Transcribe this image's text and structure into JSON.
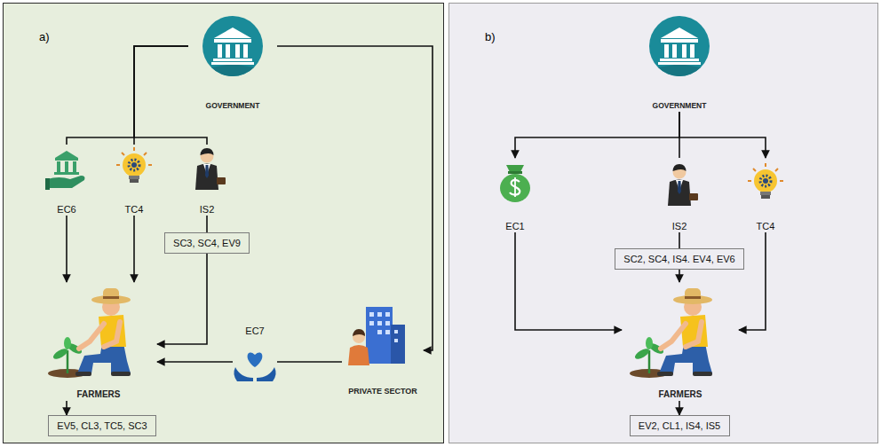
{
  "diagram": {
    "nodes": [
      {
        "text": [
          "a)"
        ]
      },
      {
        "text": [
          "GOVERNMENT"
        ],
        "in": 0
      },
      {
        "text": [
          "EC6"
        ],
        "in": 0
      },
      {
        "text": [
          "TC4"
        ],
        "in": 0
      },
      {
        "text": [
          "IS2"
        ],
        "in": 0
      },
      {
        "text": [
          "SC3, SC4, EV9"
        ],
        "in": 0
      },
      {
        "text": [
          "FARMERS"
        ],
        "in": 0
      },
      {
        "text": [
          "EV5, CL3, TC5, SC3"
        ],
        "in": 0
      },
      {
        "text": [
          "EC7"
        ],
        "in": 0
      },
      {
        "text": [
          "PRIVATE SECTOR"
        ],
        "in": 0
      },
      {
        "text": [
          "b)"
        ]
      },
      {
        "text": [
          "GOVERNMENT"
        ],
        "in": 10
      },
      {
        "text": [
          "EC1"
        ],
        "in": 10
      },
      {
        "text": [
          "IS2"
        ],
        "in": 10
      },
      {
        "text": [
          "TC4"
        ],
        "in": 10
      },
      {
        "text": [
          "SC2, SC4, IS4. EV4, EV6"
        ],
        "in": 10
      },
      {
        "text": [
          "FARMERS"
        ],
        "in": 10
      },
      {
        "text": [
          "EV2, CL1, IS4, IS5"
        ],
        "in": 10
      }
    ],
    "edges": [
      {
        "from": 1,
        "to": 2,
        "arrow": "none"
      },
      {
        "from": 1,
        "to": 3,
        "arrow": "none"
      },
      {
        "from": 1,
        "to": 4,
        "arrow": "none"
      },
      {
        "from": 1,
        "to": 9,
        "arrow": "to"
      },
      {
        "from": 2,
        "to": 6,
        "arrow": "to"
      },
      {
        "from": 3,
        "to": 6,
        "arrow": "to"
      },
      {
        "from": 4,
        "to": 5,
        "arrow": "none"
      },
      {
        "from": 5,
        "to": 6,
        "arrow": "to"
      },
      {
        "from": 9,
        "to": 8,
        "arrow": "none"
      },
      {
        "from": 8,
        "to": 6,
        "arrow": "to"
      },
      {
        "from": 6,
        "to": 7,
        "arrow": "to"
      },
      {
        "from": 11,
        "to": 12,
        "arrow": "to"
      },
      {
        "from": 11,
        "to": 14,
        "arrow": "to"
      },
      {
        "from": 11,
        "to": 13,
        "arrow": "none"
      },
      {
        "from": 12,
        "to": 16,
        "arrow": "to"
      },
      {
        "from": 13,
        "to": 15,
        "arrow": "none"
      },
      {
        "from": 15,
        "to": 16,
        "arrow": "to"
      },
      {
        "from": 14,
        "to": 16,
        "arrow": "to"
      },
      {
        "from": 16,
        "to": 17,
        "arrow": "to"
      }
    ]
  }
}
